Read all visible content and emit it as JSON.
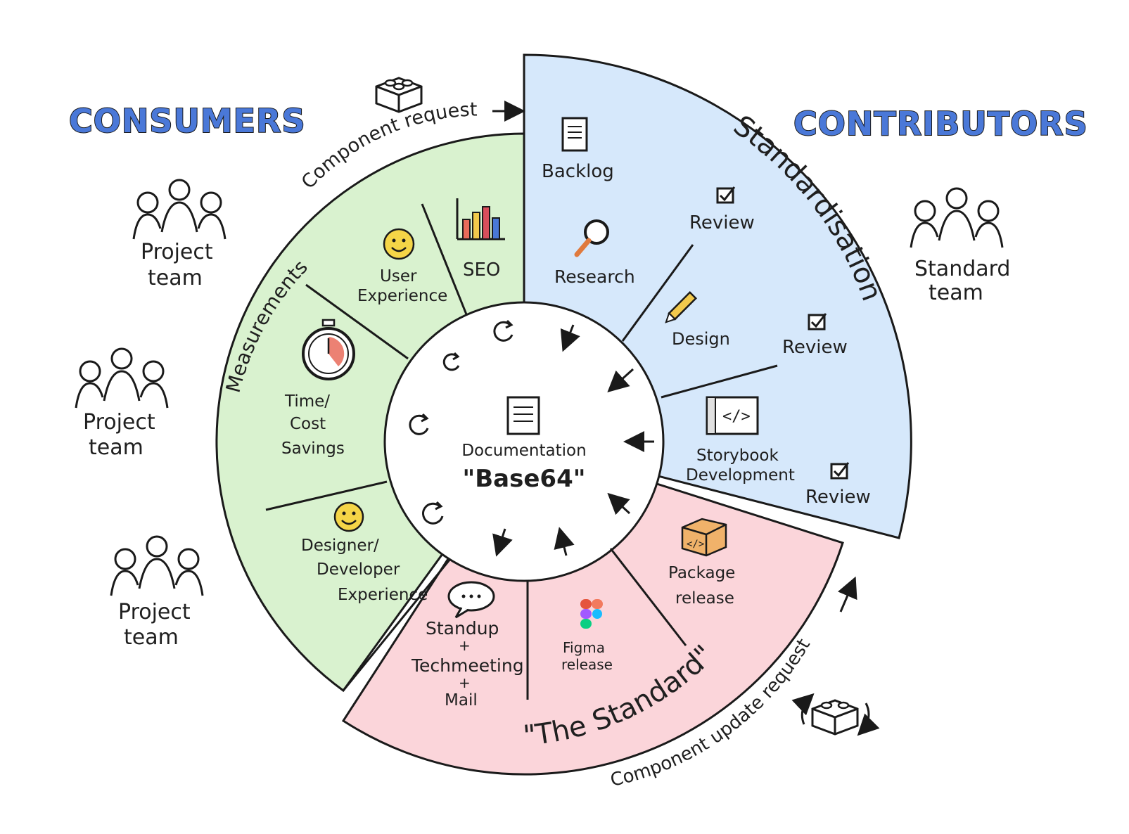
{
  "titles": {
    "consumers": "CONSUMERS",
    "contributors": "CONTRIBUTORS"
  },
  "teams": {
    "project_team_1": [
      "Project",
      "team"
    ],
    "project_team_2": [
      "Project",
      "team"
    ],
    "project_team_3": [
      "Project",
      "team"
    ],
    "standard_team": [
      "Standard",
      "team"
    ]
  },
  "arcs": {
    "component_request": "Component request",
    "component_update_request": "Component update request",
    "measurements": "Measurements",
    "standardisation": "Standardisation",
    "the_standard": "\"The Standard\""
  },
  "center": {
    "line1": "Documentation",
    "line2": "\"Base64\""
  },
  "consumer_segments": {
    "seo": "SEO",
    "user_experience": [
      "User",
      "Experience"
    ],
    "time_cost_savings": [
      "Time/",
      "Cost",
      "Savings"
    ],
    "designer_developer_experience": [
      "Designer/",
      "Developer",
      "Experience"
    ]
  },
  "contributor_segments": {
    "backlog": "Backlog",
    "research": "Research",
    "review_1": "Review",
    "design": "Design",
    "review_2": "Review",
    "storybook": [
      "Storybook",
      "Development"
    ],
    "review_3": "Review"
  },
  "standard_segments": {
    "package_release": [
      "Package",
      "release"
    ],
    "figma_release": [
      "Figma",
      "release"
    ],
    "communication": [
      "Standup",
      "+",
      "Techmeeting",
      "+",
      "Mail"
    ]
  },
  "colors": {
    "consumers_fill": "#d9f2cf",
    "contributors_fill": "#d6e8fb",
    "standard_fill": "#fbd5da",
    "title_blue": "#4a78d8",
    "ink": "#1a1a1a"
  }
}
